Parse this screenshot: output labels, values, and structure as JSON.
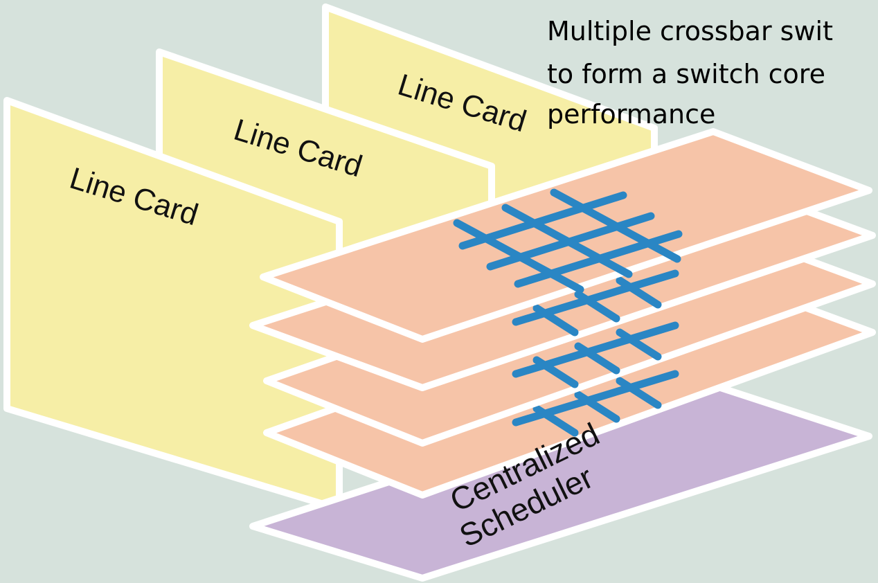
{
  "caption": {
    "lines": [
      "Multiple crossbar swit",
      "to form a switch core",
      "performance"
    ]
  },
  "line_cards": [
    {
      "label": "Line Card"
    },
    {
      "label": "Line Card"
    },
    {
      "label": "Line Card"
    }
  ],
  "scheduler": {
    "line1": "Centralized",
    "line2": "Scheduler"
  },
  "colors": {
    "background": "#d6e2dc",
    "line_card_fill": "#f6eea6",
    "switch_plane_fill": "#f6c4a8",
    "scheduler_fill": "#c8b4d6",
    "crossbar_stroke": "#2a86c4",
    "outline": "#ffffff"
  }
}
